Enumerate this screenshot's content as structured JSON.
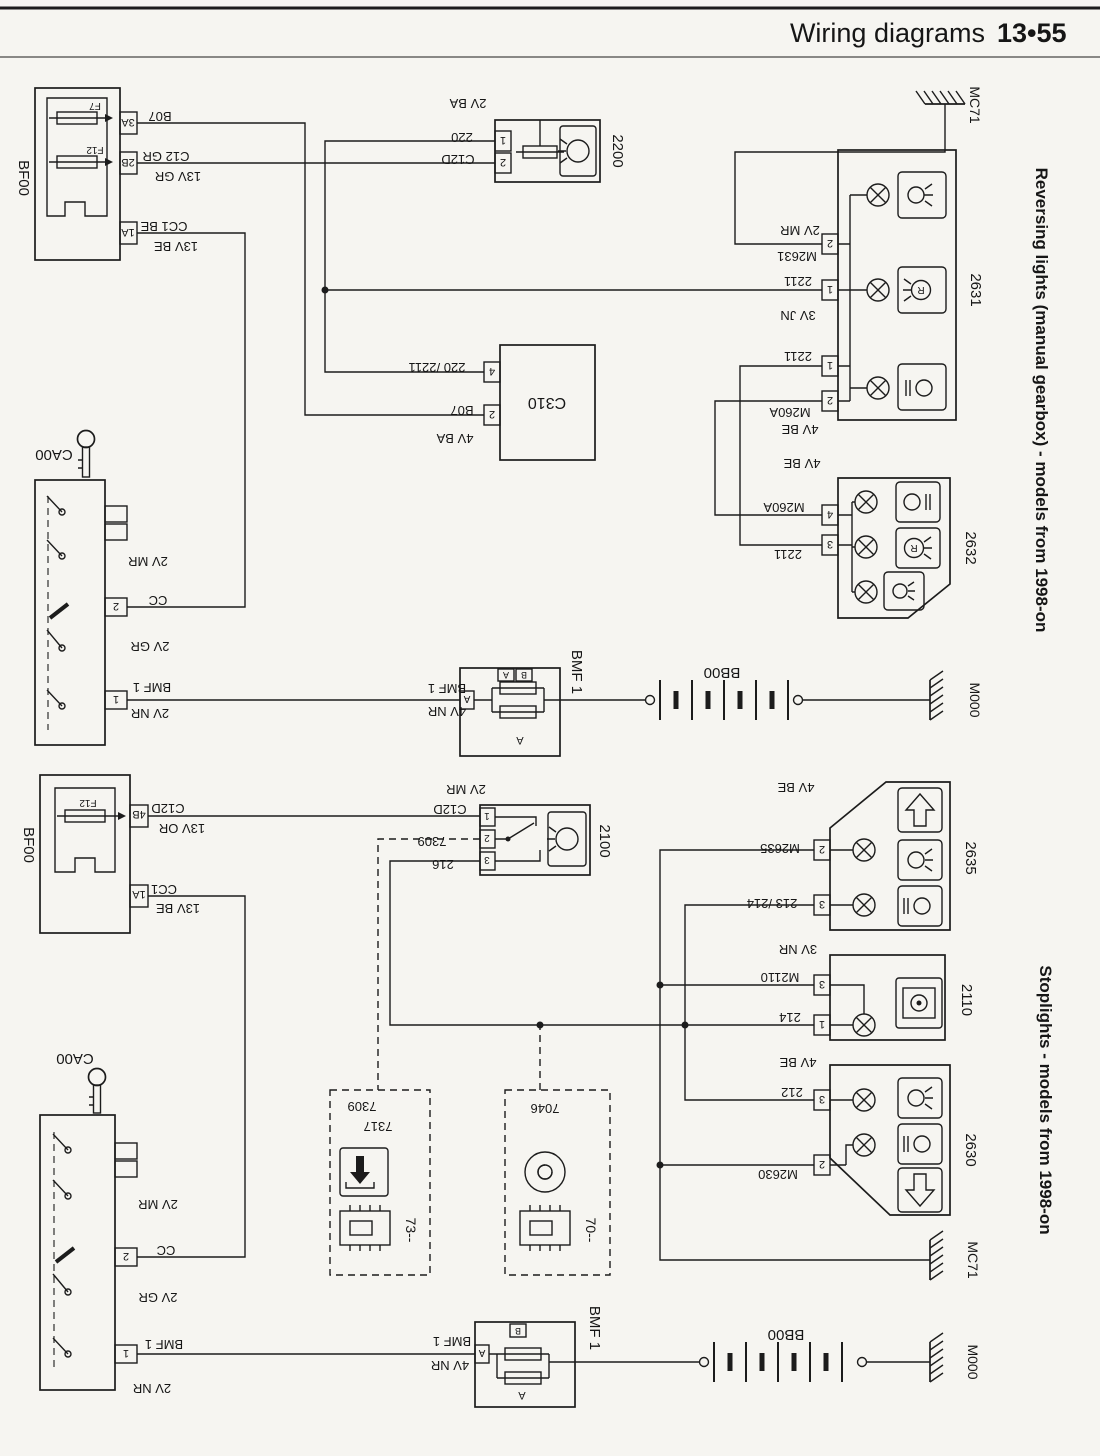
{
  "page": {
    "title": "Wiring diagrams",
    "number": "13•55"
  },
  "icons": {
    "r_letter": "R"
  },
  "top": {
    "caption": "Reversing lights (manual gearbox) - models from 1998-on",
    "bf00": {
      "name": "BF00",
      "fuse_f7": "F7",
      "fuse_f12": "F12",
      "pin_3a": "3A",
      "pin_2b": "2B",
      "pin_1a": "1A",
      "wire_b07": "B07",
      "wire_c12": "C12 GR",
      "spec_13v_gr": "13V GR",
      "wire_cc1": "CC1 BE",
      "spec_13v_be": "13V BE"
    },
    "sw2200": {
      "id": "2200",
      "spec": "2V BA",
      "wire_220": "220",
      "wire_c12d": "C12D",
      "pin_1": "1",
      "pin_2": "2"
    },
    "mc71": {
      "label": "MC71"
    },
    "u2631": {
      "id": "2631",
      "spec_2v_mr": "2V MR",
      "wire_m2631": "M2631",
      "pin_2_top": "2",
      "wire_2211_a": "2211",
      "spec_3v_jn": "3V JN",
      "pin_1_a": "1",
      "wire_2211_b": "2211",
      "pin_1_b": "1",
      "wire_m260a": "M260A",
      "spec_4v_be": "4V BE",
      "pin_2_bot": "2"
    },
    "c310": {
      "id": "C310",
      "pin_4": "4",
      "wire_220_2211": "220 /2211",
      "pin_2": "2",
      "wire_b07": "B07",
      "spec_4v_ba": "4V BA"
    },
    "u2632": {
      "id": "2632",
      "spec_4v_be": "4V BE",
      "wire_m260a": "M260A",
      "pin_4": "4",
      "wire_2211": "2211",
      "pin_3": "3"
    },
    "ca00": {
      "name": "CA00",
      "spec_2v_mr": "2V MR",
      "pin_2": "2",
      "wire_cc": "CC",
      "spec_2v_gr": "2V GR",
      "pin_1": "1",
      "wire_bmf1": "BMF 1",
      "spec_2v_nr": "2V NR"
    },
    "bmf1": {
      "name": "BMF 1",
      "wire_bmf1": "BMF 1",
      "spec_4v_nr": "4V NR",
      "pin_a": "A",
      "pin_a_top": "A",
      "pin_b_top": "B",
      "pin_a_bot": "A"
    },
    "bb00": {
      "name": "BB00"
    },
    "m000": {
      "label": "M000"
    }
  },
  "bottom": {
    "caption": "Stoplights - models from 1998-on",
    "bf00": {
      "name": "BF00",
      "fuse_f12": "F12",
      "pin_4b": "4B",
      "pin_1a": "1A",
      "wire_c12d": "C12D",
      "spec_13v_or": "13V OR",
      "wire_cc1": "CC1",
      "spec_13v_be": "13V BE"
    },
    "sw2100": {
      "id": "2100",
      "spec_2v_mr": "2V MR",
      "pin_1": "1",
      "pin_2": "2",
      "pin_3": "3",
      "wire_c12d": "C12D",
      "wire_7309": "7309",
      "wire_216": "216"
    },
    "u2635": {
      "id": "2635",
      "spec_4v_be": "4V BE",
      "wire_m2635": "M2635",
      "pin_2": "2",
      "wire_213_214": "213 /214",
      "pin_3": "3"
    },
    "u2110": {
      "id": "2110",
      "spec_3v_nr": "3V NR",
      "wire_m2110": "M2110",
      "pin_3": "3",
      "wire_214": "214",
      "pin_1": "1"
    },
    "u2630": {
      "id": "2630",
      "spec_4v_be": "4V BE",
      "wire_212": "212",
      "pin_3": "3",
      "wire_m2630": "M2630",
      "pin_2": "2"
    },
    "mc71": {
      "label": "MC71"
    },
    "box73": {
      "wire_7309": "7309",
      "wire_7317": "7317",
      "id": "73--"
    },
    "box70": {
      "wire_7046": "7046",
      "id": "70--"
    },
    "ca00": {
      "name": "CA00",
      "spec_2v_mr": "2V MR",
      "pin_2": "2",
      "wire_cc": "CC",
      "spec_2v_gr": "2V GR",
      "pin_1": "1",
      "wire_bmf1": "BMF 1",
      "spec_2v_nr": "2V NR"
    },
    "bmf1": {
      "name": "BMF 1",
      "wire_bmf1": "BMF 1",
      "spec_4v_nr": "4V NR",
      "pin_a": "A",
      "pin_b_top": "B",
      "pin_a_bot": "A"
    },
    "bb00": {
      "name": "BB00"
    },
    "m000": {
      "label": "M000"
    }
  }
}
